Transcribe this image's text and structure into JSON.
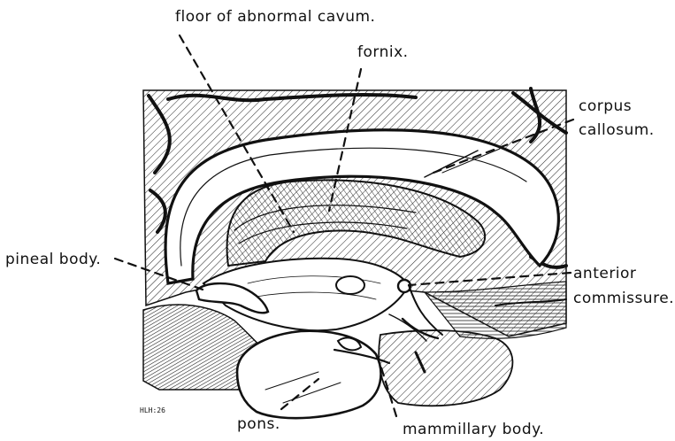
{
  "labels": {
    "floor_of_abnormal_cavum": "floor of abnormal cavum.",
    "fornix": "fornix.",
    "corpus": "corpus",
    "callosum": "callosum.",
    "pineal_body": "pineal body.",
    "anterior": "anterior",
    "commissure": "commissure.",
    "pons": "pons.",
    "mammillary_body": "mammillary body."
  },
  "signature": "HLH:26",
  "colors": {
    "ink": "#111111",
    "paper": "#ffffff"
  }
}
